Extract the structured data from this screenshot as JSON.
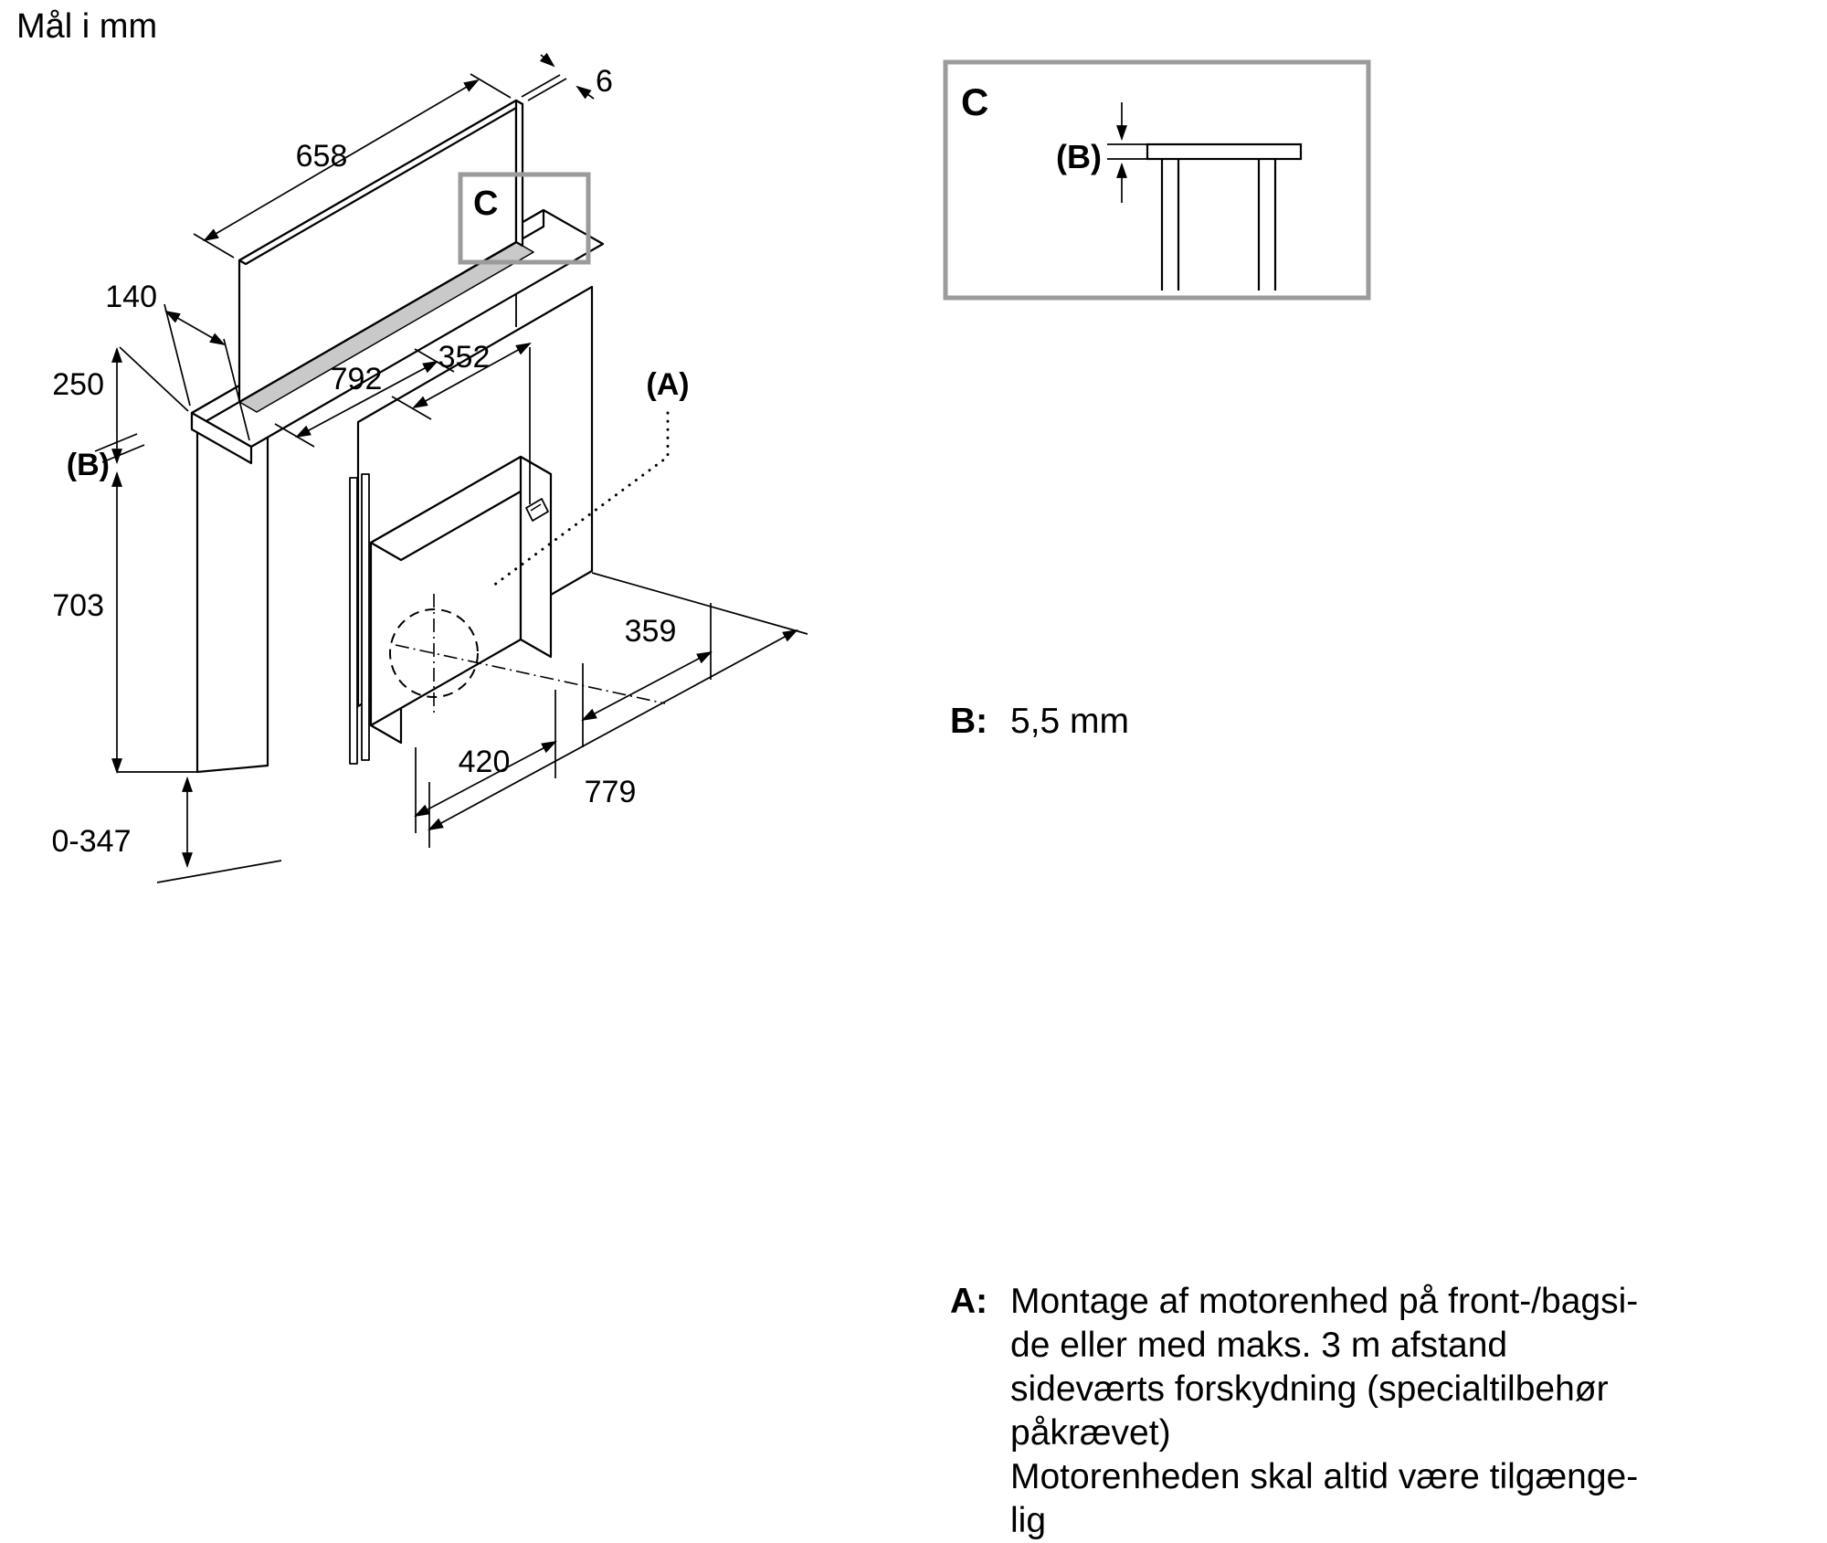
{
  "title": "Mål i mm",
  "colors": {
    "line": "#000000",
    "callout_border": "#9b9b9b",
    "slot_fill": "#c9c9c9"
  },
  "main_drawing": {
    "callout_label": "C",
    "dims": {
      "glass_width": "658",
      "glass_thickness": "6",
      "flange_depth": "140",
      "upper_height": "250",
      "gap_ref": "(B)",
      "body_height": "703",
      "bottom_extension": "0-347",
      "body_width": "792",
      "duct_offset": "352",
      "motor_ref": "(A)",
      "outlet_offset": "359",
      "outlet_width": "420",
      "total_width": "779"
    }
  },
  "detail_c": {
    "label": "C",
    "gap_ref": "(B)"
  },
  "notes": {
    "a_label": "A:",
    "a_lines": [
      "Montage af motorenhed på front-/bagsi-",
      "de eller med maks. 3 m afstand",
      "sideværts forskydning (specialtilbehør",
      "påkrævet)",
      "Motorenheden skal altid være tilgænge-",
      "lig"
    ],
    "b_label": "B:",
    "b_value": "5,5 mm"
  }
}
